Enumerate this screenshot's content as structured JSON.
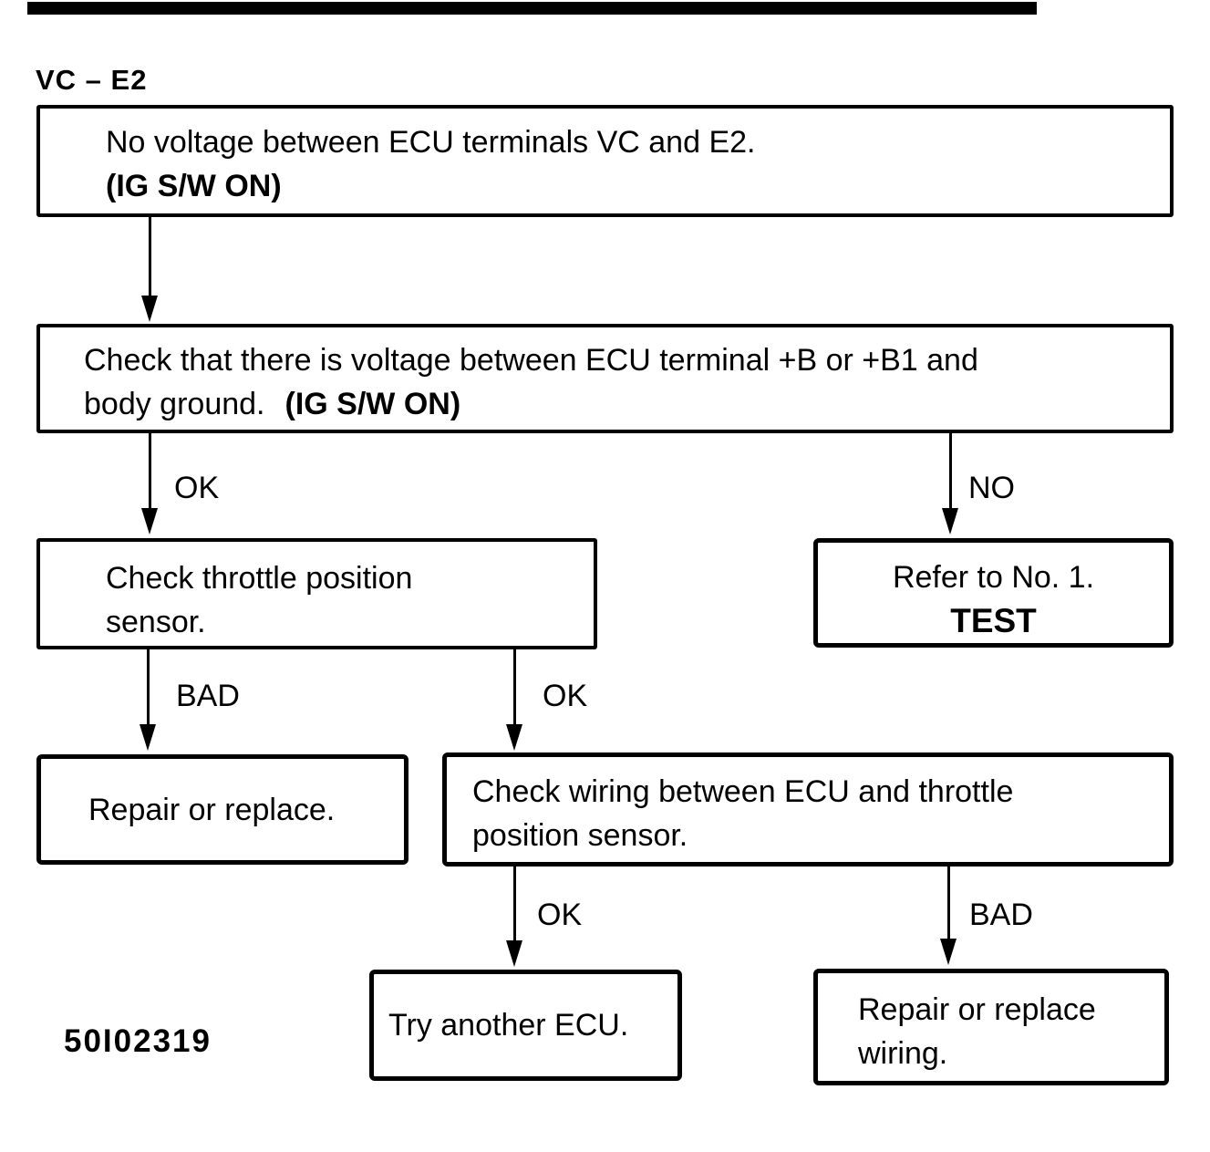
{
  "title": "VC – E2",
  "doc_code": "50I02319",
  "flow": {
    "box1": {
      "line1": "No voltage between ECU terminals VC and E2.",
      "line2": "(IG S/W ON)"
    },
    "box2": {
      "line1": "Check that there is voltage between ECU terminal +B or +B1 and",
      "line2a": "body ground.",
      "line2b": "(IG S/W ON)"
    },
    "box3": {
      "line1": "Check throttle position",
      "line2": "sensor."
    },
    "box4": {
      "line1": "Refer to No. 1.",
      "line2": "TEST"
    },
    "box5": {
      "line1": "Repair or replace."
    },
    "box6": {
      "line1": "Check wiring between ECU and throttle",
      "line2": "position sensor."
    },
    "box7": {
      "line1": "Try another ECU."
    },
    "box8": {
      "line1": "Repair or replace",
      "line2": "wiring."
    },
    "labels": {
      "box2_left": "OK",
      "box2_right": "NO",
      "box3_left": "BAD",
      "box3_right": "OK",
      "box6_left": "OK",
      "box6_right": "BAD"
    }
  },
  "colors": {
    "ink": "#000000",
    "paper": "#ffffff"
  }
}
